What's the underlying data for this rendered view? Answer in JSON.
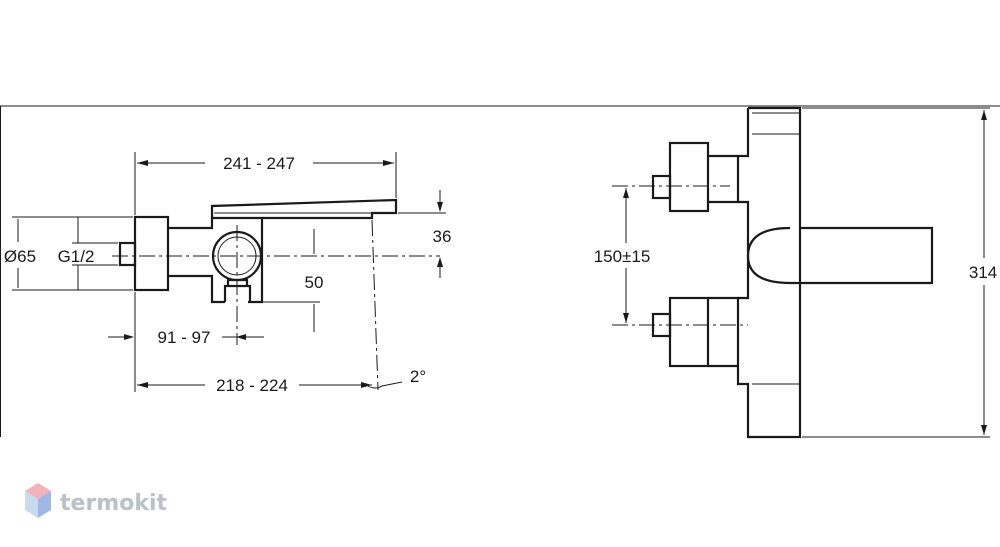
{
  "dimensions": {
    "spout_length": "241 - 247",
    "diameter": "Ø65",
    "thread": "G1/2",
    "spout_height": "36",
    "outlet_offset": "50",
    "eccentric_offset": "91 - 97",
    "total_length": "218 - 224",
    "angle": "2°",
    "center_distance": "150±15",
    "total_width": "314"
  },
  "watermark": {
    "brand": "termokit",
    "logo_icon": "hexagon-cube-icon",
    "colors": {
      "top": "#f3b3b8",
      "left": "#c9d9f0",
      "right": "#9fb9e6"
    }
  }
}
